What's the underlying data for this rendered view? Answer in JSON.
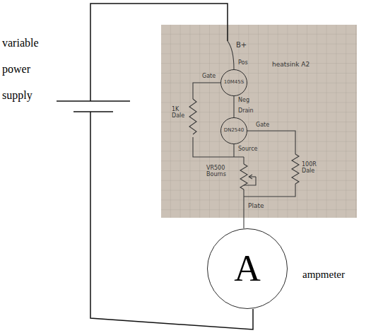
{
  "diagram": {
    "nodes": [
      {
        "text": [
          "10M45S"
        ]
      },
      {
        "text": [
          "DN2540"
        ]
      },
      {
        "text": [
          "A"
        ]
      }
    ],
    "edges": [
      {
        "from": 0,
        "to": 1,
        "arrow": "none"
      }
    ],
    "labels": [
      "variable power supply",
      "B+",
      "heatsink A2",
      "Pos",
      "Gate",
      "Neg",
      "Drain",
      "Gate",
      "Source",
      "VR500 Bourns",
      "1K Dale",
      "100R Dale",
      "Plate",
      "ampmeter"
    ]
  }
}
